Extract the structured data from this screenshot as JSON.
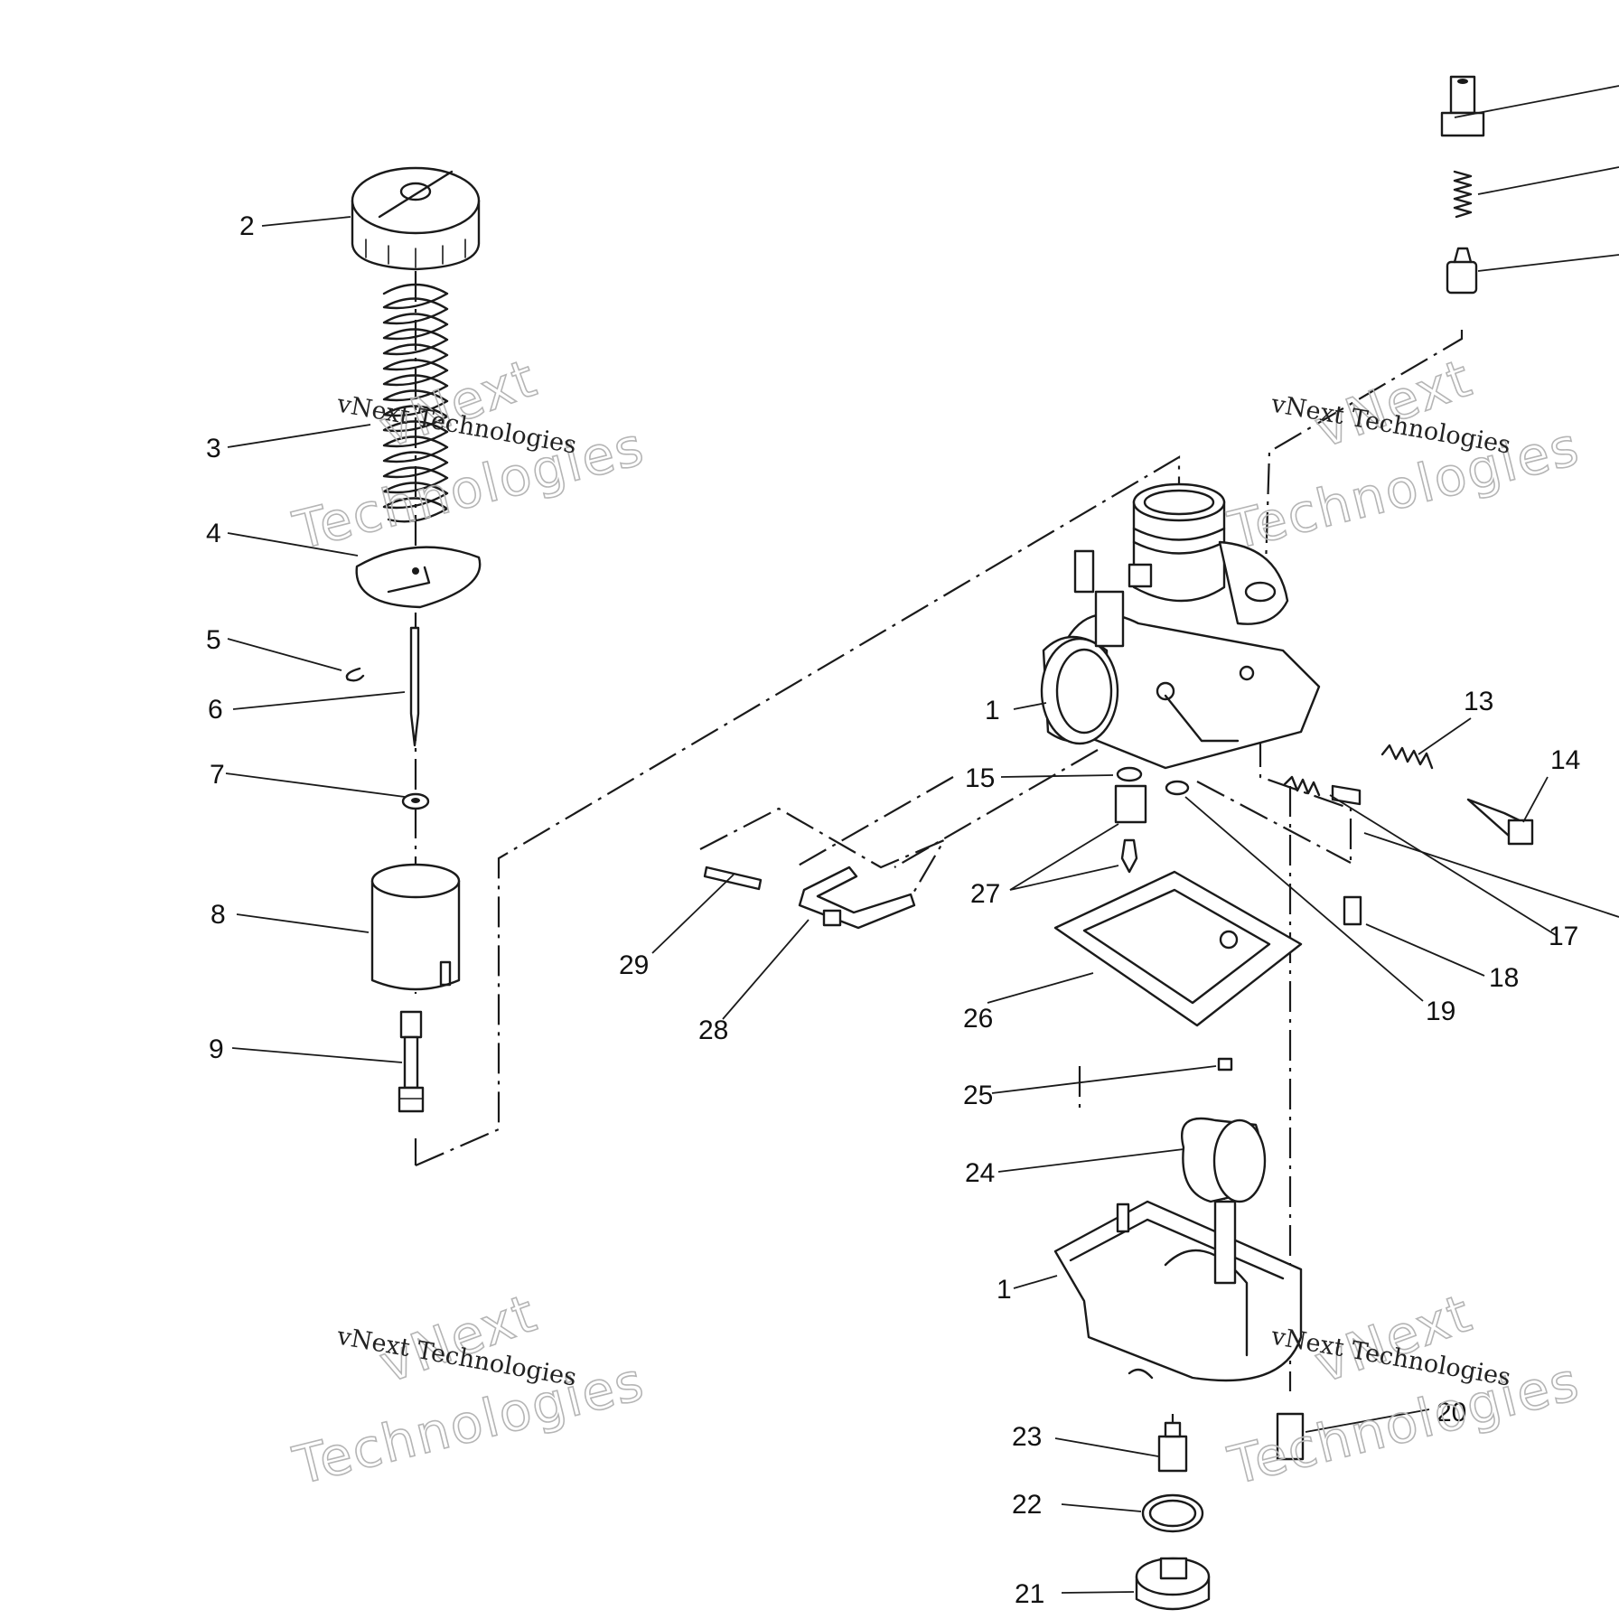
{
  "watermark": {
    "brand": "vNext",
    "word": "Technologies",
    "full": "vNext Technologies"
  },
  "callouts": {
    "c1a": "1",
    "c1b": "1",
    "c2": "2",
    "c3": "3",
    "c4": "4",
    "c5": "5",
    "c6": "6",
    "c7": "7",
    "c8": "8",
    "c9": "9",
    "c13": "13",
    "c14": "14",
    "c15": "15",
    "c17": "17",
    "c18": "18",
    "c19": "19",
    "c20": "20",
    "c21": "21",
    "c22": "22",
    "c23": "23",
    "c24": "24",
    "c25": "25",
    "c26": "26",
    "c27": "27",
    "c28": "28",
    "c29": "29"
  }
}
